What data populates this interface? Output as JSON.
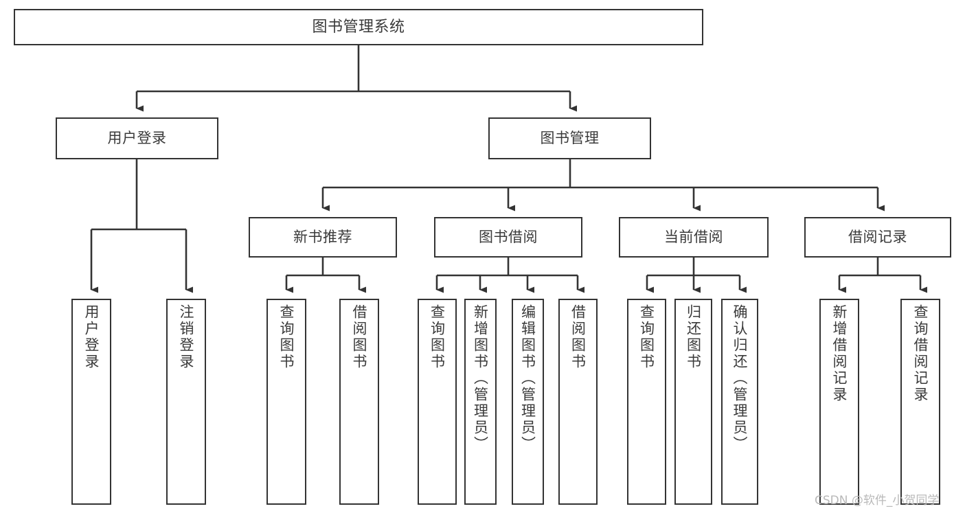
{
  "diagram": {
    "type": "tree",
    "title": "图书管理系统",
    "orientation": "top-down",
    "colors": {
      "node_border": "#333333",
      "node_fill": "#ffffff",
      "edge": "#333333",
      "text": "#3a3a3a",
      "background": "#ffffff",
      "watermark": "#b9b9b9"
    },
    "levels": {
      "level1": "root",
      "level2": "modules",
      "level3": "submodules",
      "level4": "functions"
    }
  },
  "root": {
    "label": "图书管理系统"
  },
  "modules": [
    {
      "label": "用户登录"
    },
    {
      "label": "图书管理"
    }
  ],
  "submodules": [
    {
      "label": "新书推荐"
    },
    {
      "label": "图书借阅"
    },
    {
      "label": "当前借阅"
    },
    {
      "label": "借阅记录"
    }
  ],
  "leaves": {
    "user_login": [
      {
        "label": "用户登录"
      },
      {
        "label": "注销登录"
      }
    ],
    "new_book_recommend": [
      {
        "label": "查询图书"
      },
      {
        "label": "借阅图书"
      }
    ],
    "book_borrow": [
      {
        "label": "查询图书"
      },
      {
        "label": "新增图书（管理员）"
      },
      {
        "label": "编辑图书（管理员）"
      },
      {
        "label": "借阅图书"
      }
    ],
    "current_borrow": [
      {
        "label": "查询图书"
      },
      {
        "label": "归还图书"
      },
      {
        "label": "确认归还（管理员）"
      }
    ],
    "borrow_record": [
      {
        "label": "新增借阅记录"
      },
      {
        "label": "查询借阅记录"
      }
    ]
  },
  "watermark": {
    "text": "CSDN @软件_小贺同学"
  }
}
